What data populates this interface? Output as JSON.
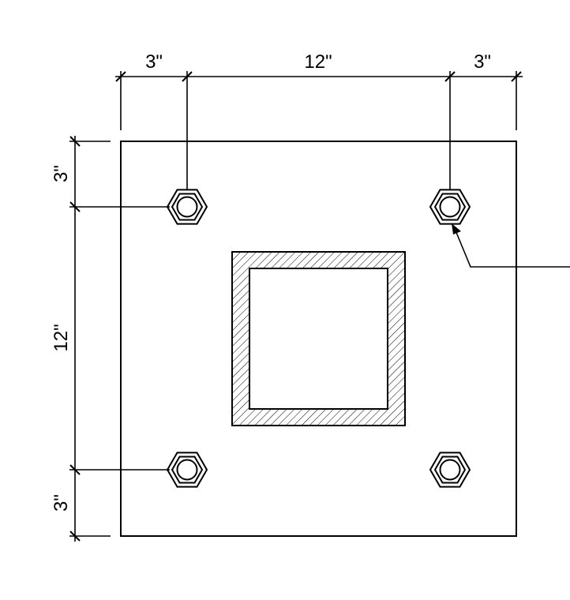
{
  "dimensions": {
    "top_left_edge": "3\"",
    "top_center": "12\"",
    "top_right_edge": "3\"",
    "left_top_edge": "3\"",
    "left_center": "12\"",
    "left_bottom_edge": "3\""
  },
  "colors": {
    "line": "#000000",
    "background": "#ffffff"
  },
  "bolts": [
    {
      "name": "bolt-top-left"
    },
    {
      "name": "bolt-top-right"
    },
    {
      "name": "bolt-bottom-left"
    },
    {
      "name": "bolt-bottom-right"
    }
  ]
}
